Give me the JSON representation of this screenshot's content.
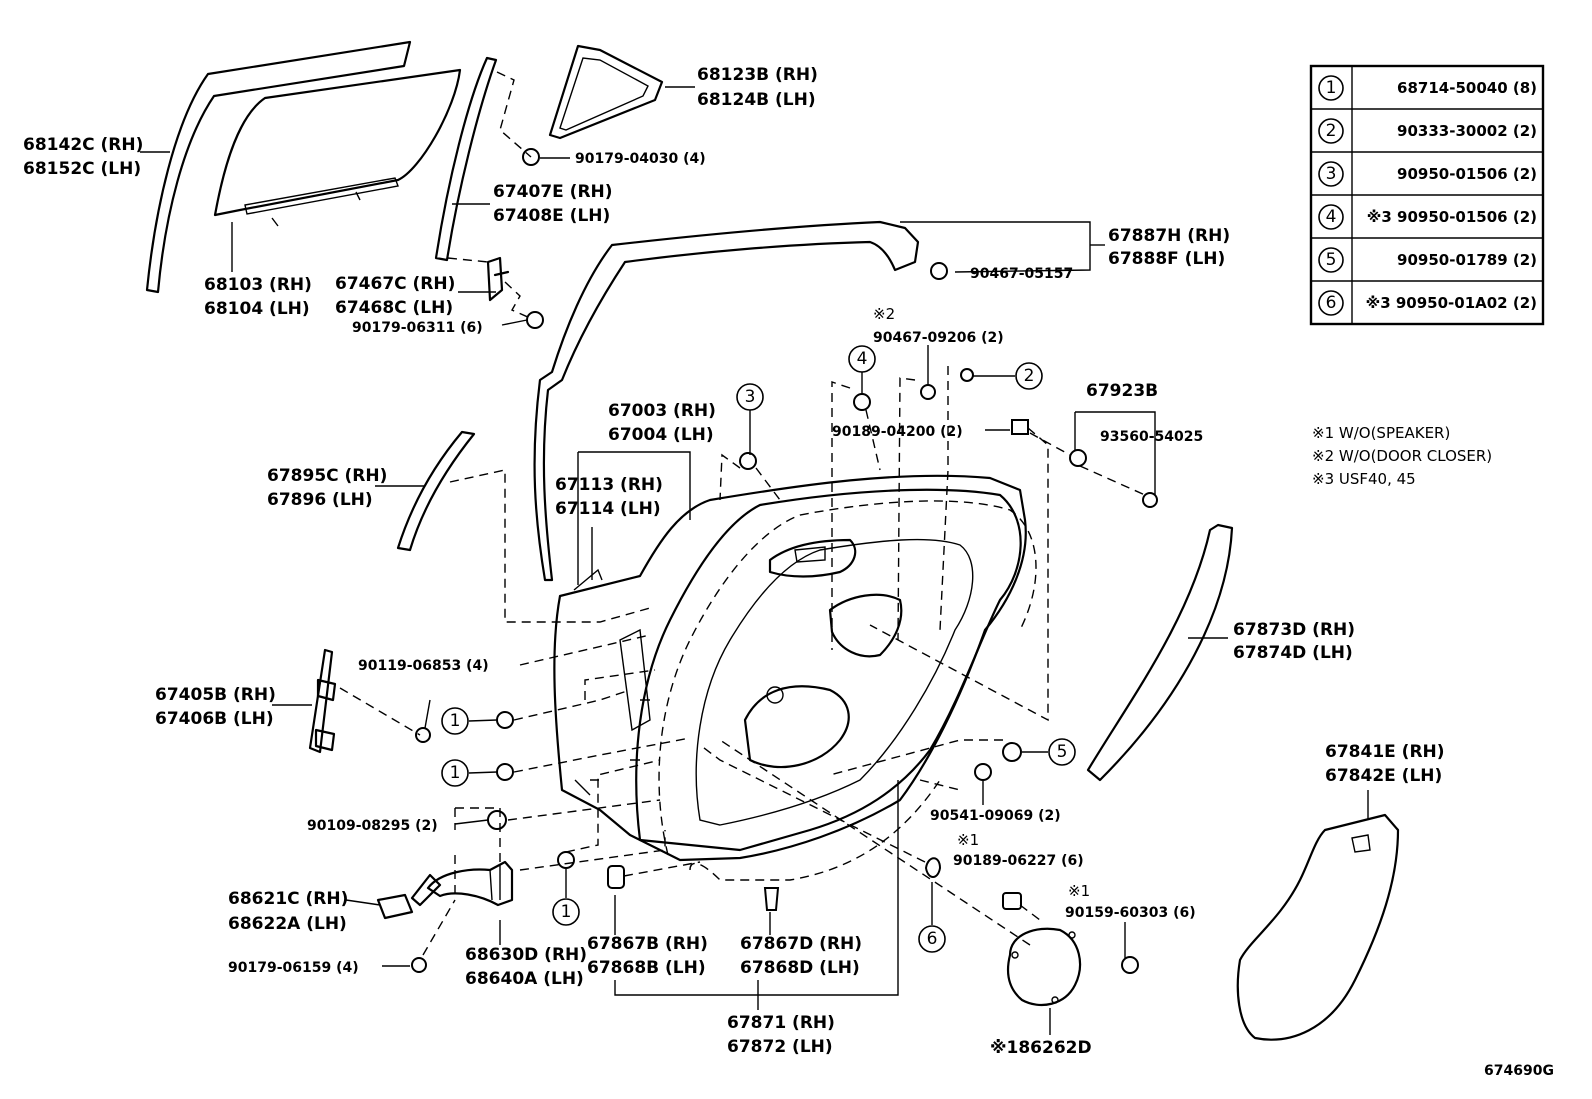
{
  "labels": {
    "p68142": [
      "68142C (RH)",
      "68152C (LH)"
    ],
    "p68103": [
      "68103 (RH)",
      "68104 (LH)"
    ],
    "p68123": [
      "68123B (RH)",
      "68124B (LH)"
    ],
    "p90179_04030": "90179-04030 (4)",
    "p67407": [
      "67407E (RH)",
      "67408E (LH)"
    ],
    "p67467": [
      "67467C (RH)",
      "67468C (LH)"
    ],
    "p90179_06311": "90179-06311 (6)",
    "p67887": [
      "67887H (RH)",
      "67888F (LH)"
    ],
    "p90467_05157": "90467-05157",
    "p90467_09206_note": "※2",
    "p90467_09206": "90467-09206 (2)",
    "p67923": "67923B",
    "p93560": "93560-54025",
    "p90189_04200": "90189-04200 (2)",
    "p67003": [
      "67003 (RH)",
      "67004 (LH)"
    ],
    "p67113": [
      "67113 (RH)",
      "67114 (LH)"
    ],
    "p67895": [
      "67895C (RH)",
      "67896 (LH)"
    ],
    "p90119": "90119-06853 (4)",
    "p67405": [
      "67405B (RH)",
      "67406B (LH)"
    ],
    "p67873": [
      "67873D (RH)",
      "67874D (LH)"
    ],
    "p90541": "90541-09069 (2)",
    "p90189_06227_note": "※1",
    "p90189_06227": "90189-06227 (6)",
    "p90159_note": "※1",
    "p90159": "90159-60303 (6)",
    "p67841": [
      "67841E (RH)",
      "67842E (LH)"
    ],
    "p90109": "90109-08295 (2)",
    "p68621": [
      "68621C (RH)",
      "68622A (LH)"
    ],
    "p68630": [
      "68630D (RH)",
      "68640A (LH)"
    ],
    "p90179_06159": "90179-06159 (4)",
    "p67867b": [
      "67867B (RH)",
      "67868B (LH)"
    ],
    "p67867d": [
      "67867D (RH)",
      "67868D (LH)"
    ],
    "p67871": [
      "67871 (RH)",
      "67872 (LH)"
    ],
    "p86262": "※186262D",
    "drawing_id": "674690G"
  },
  "callouts": {
    "c1": "1",
    "c2": "2",
    "c3": "3",
    "c4": "4",
    "c5": "5",
    "c6": "6"
  },
  "legend_table": [
    {
      "num": "1",
      "part": "68714-50040 (8)"
    },
    {
      "num": "2",
      "part": "90333-30002 (2)"
    },
    {
      "num": "3",
      "part": "90950-01506 (2)"
    },
    {
      "num": "4",
      "part": "※3 90950-01506 (2)"
    },
    {
      "num": "5",
      "part": "90950-01789 (2)"
    },
    {
      "num": "6",
      "part": "※3 90950-01A02 (2)"
    }
  ],
  "notes": [
    "※1  W/O(SPEAKER)",
    "※2  W/O(DOOR CLOSER)",
    "※3  USF40, 45"
  ]
}
